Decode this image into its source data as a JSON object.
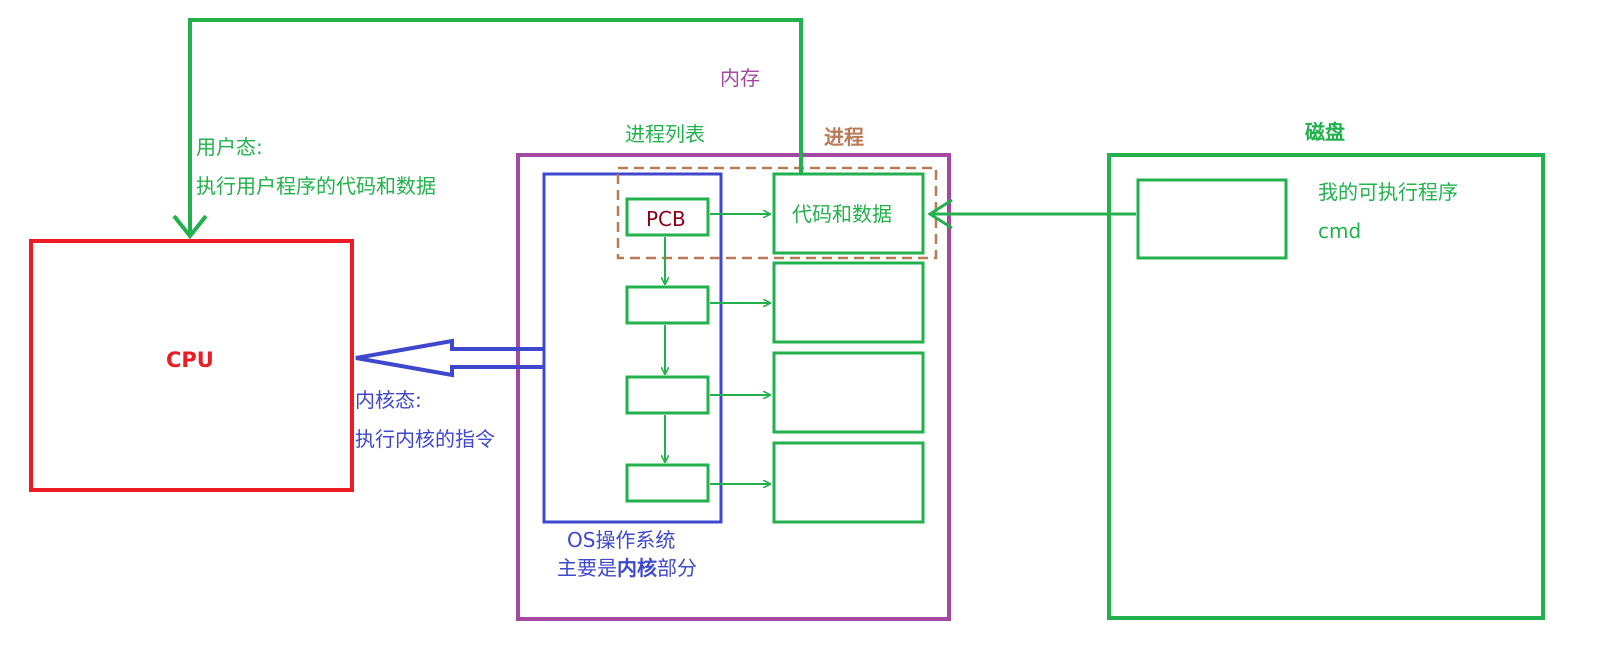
{
  "colors": {
    "green": "#22b14c",
    "blue": "#3f48cc",
    "purple": "#a349a4",
    "brown": "#b97a57",
    "red": "#ed1c24",
    "dark_red": "#880015"
  },
  "cpu": {
    "label": "CPU"
  },
  "memory": {
    "label": "内存"
  },
  "process_list": {
    "label": "进程列表"
  },
  "process": {
    "label": "进程"
  },
  "disk": {
    "label": "磁盘",
    "program_label": "我的可执行程序",
    "program_name": "cmd"
  },
  "pcb": {
    "label": "PCB"
  },
  "code_data": {
    "label": "代码和数据"
  },
  "user_mode": {
    "title": "用户态:",
    "desc": "执行用户程序的代码和数据"
  },
  "kernel_mode": {
    "title": "内核态:",
    "desc": "执行内核的指令"
  },
  "os": {
    "line1": "OS操作系统",
    "line2_prefix": "主要是",
    "line2_bold": "内核",
    "line2_suffix": "部分"
  }
}
